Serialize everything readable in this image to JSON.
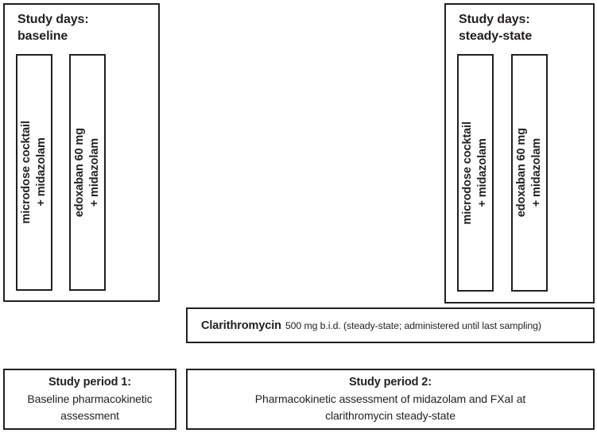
{
  "figure": {
    "type": "study-design-diagram",
    "accent_color": "#231f20",
    "background_color": "#ffffff"
  },
  "panels": [
    {
      "id": "baseline",
      "title": "Study days:\nbaseline",
      "treatments": [
        {
          "id": "microdose-cocktail",
          "label": "microdose cocktail\n+ midazolam"
        },
        {
          "id": "edoxaban-60mg",
          "label": "edoxaban 60 mg\n+ midazolam"
        }
      ]
    },
    {
      "id": "steady-state",
      "title": "Study days:\nsteady-state",
      "treatments": [
        {
          "id": "microdose-cocktail",
          "label": "microdose cocktail\n+ midazolam"
        },
        {
          "id": "edoxaban-60mg",
          "label": "edoxaban 60 mg\n+ midazolam"
        }
      ]
    }
  ],
  "clarithromycin": {
    "drug": "Clarithromycin",
    "details": "500 mg b.i.d. (steady-state; administered until last sampling)"
  },
  "study_periods": [
    {
      "id": "period-1",
      "heading": "Study period 1:",
      "body": "Baseline pharmacokinetic\nassessment"
    },
    {
      "id": "period-2",
      "heading": "Study period 2:",
      "body": "Pharmacokinetic assessment of midazolam and FXaI at\nclarithromycin steady-state"
    }
  ]
}
